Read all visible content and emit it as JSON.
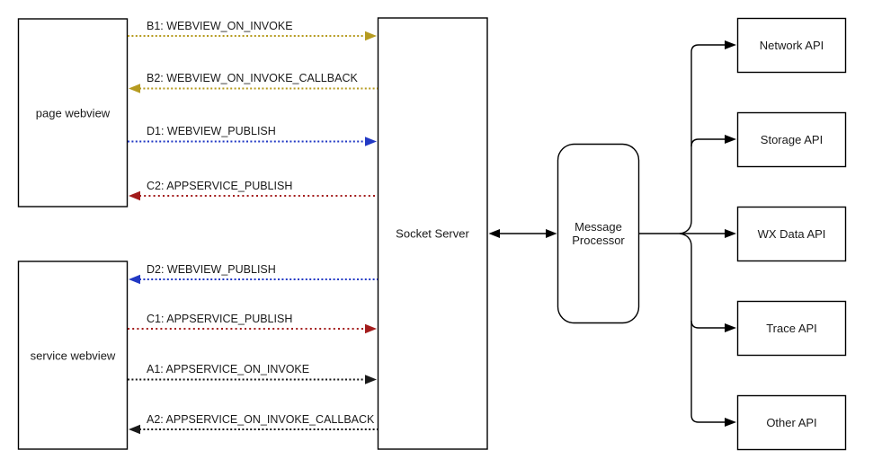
{
  "diagram": {
    "nodes": {
      "page_webview": {
        "label": "page webview"
      },
      "service_webview": {
        "label": "service webview"
      },
      "socket_server": {
        "label": "Socket Server"
      },
      "message_processor": {
        "lines": [
          "Message",
          "Processor"
        ]
      },
      "apis": [
        {
          "label": "Network API"
        },
        {
          "label": "Storage API"
        },
        {
          "label": "WX Data API"
        },
        {
          "label": "Trace API"
        },
        {
          "label": "Other API"
        }
      ]
    },
    "flows": [
      {
        "id": "B1",
        "label": "B1: WEBVIEW_ON_INVOKE",
        "from": "page webview",
        "to": "Socket Server",
        "direction": "right",
        "color": "#b69b20"
      },
      {
        "id": "B2",
        "label": "B2: WEBVIEW_ON_INVOKE_CALLBACK",
        "from": "Socket Server",
        "to": "page webview",
        "direction": "left",
        "color": "#b69b20"
      },
      {
        "id": "D1",
        "label": "D1: WEBVIEW_PUBLISH",
        "from": "page webview",
        "to": "Socket Server",
        "direction": "right",
        "color": "#2239c4"
      },
      {
        "id": "C2",
        "label": "C2: APPSERVICE_PUBLISH",
        "from": "Socket Server",
        "to": "page webview",
        "direction": "left",
        "color": "#a31c1c"
      },
      {
        "id": "D2",
        "label": "D2: WEBVIEW_PUBLISH",
        "from": "Socket Server",
        "to": "service webview",
        "direction": "left",
        "color": "#2239c4"
      },
      {
        "id": "C1",
        "label": "C1: APPSERVICE_PUBLISH",
        "from": "service webview",
        "to": "Socket Server",
        "direction": "right",
        "color": "#a31c1c"
      },
      {
        "id": "A1",
        "label": "A1: APPSERVICE_ON_INVOKE",
        "from": "service webview",
        "to": "Socket Server",
        "direction": "right",
        "color": "#1a1a1a"
      },
      {
        "id": "A2",
        "label": "A2: APPSERVICE_ON_INVOKE_CALLBACK",
        "from": "Socket Server",
        "to": "service webview",
        "direction": "left",
        "color": "#1a1a1a"
      }
    ],
    "links": {
      "socket_to_processor": {
        "direction": "bidirectional"
      },
      "processor_to_apis": {
        "direction": "right"
      }
    },
    "colors": {
      "stroke": "#000000",
      "background": "#ffffff"
    }
  }
}
